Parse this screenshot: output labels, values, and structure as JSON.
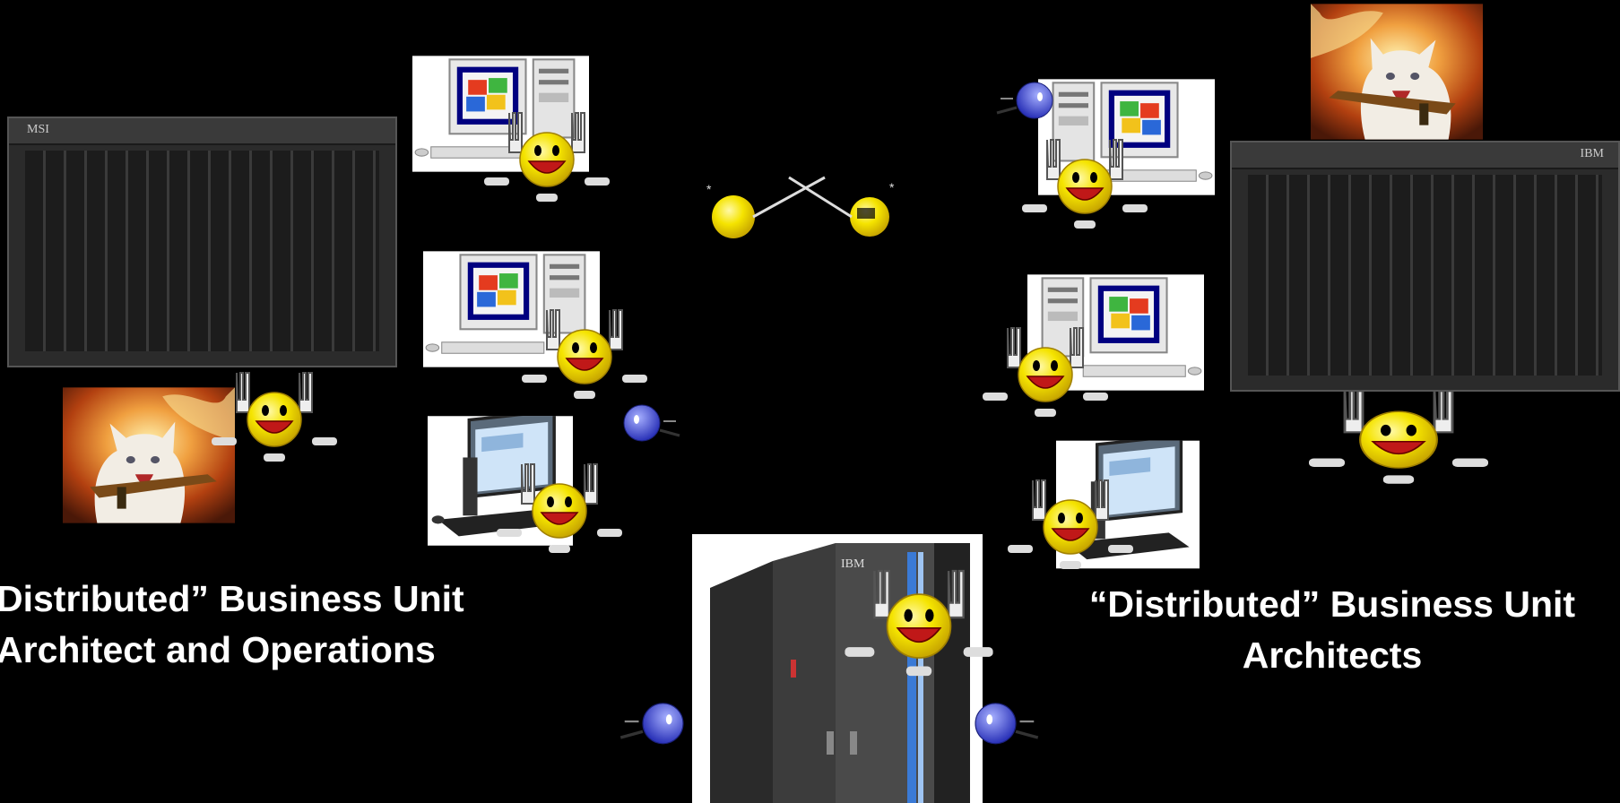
{
  "captions": {
    "left_line1": "Distributed” Business Unit",
    "left_line2": "Architect and Operations",
    "right_line1": "“Distributed” Business Unit",
    "right_line2": "Architects"
  },
  "brands": {
    "left_server": "MSI",
    "right_server": "IBM",
    "mainframe": "IBM"
  },
  "colors": {
    "background": "#000000",
    "smiley": "#f5e400",
    "blue_smiley": "#4a55e0",
    "caption": "#ffffff"
  },
  "icons": [
    "server-rack-icon",
    "desktop-computer-icon",
    "windows-logo-icon",
    "cheering-smiley-icon",
    "cat-with-gun-image",
    "mainframe-icon",
    "blue-smiley-icon",
    "sword-fight-icon"
  ]
}
